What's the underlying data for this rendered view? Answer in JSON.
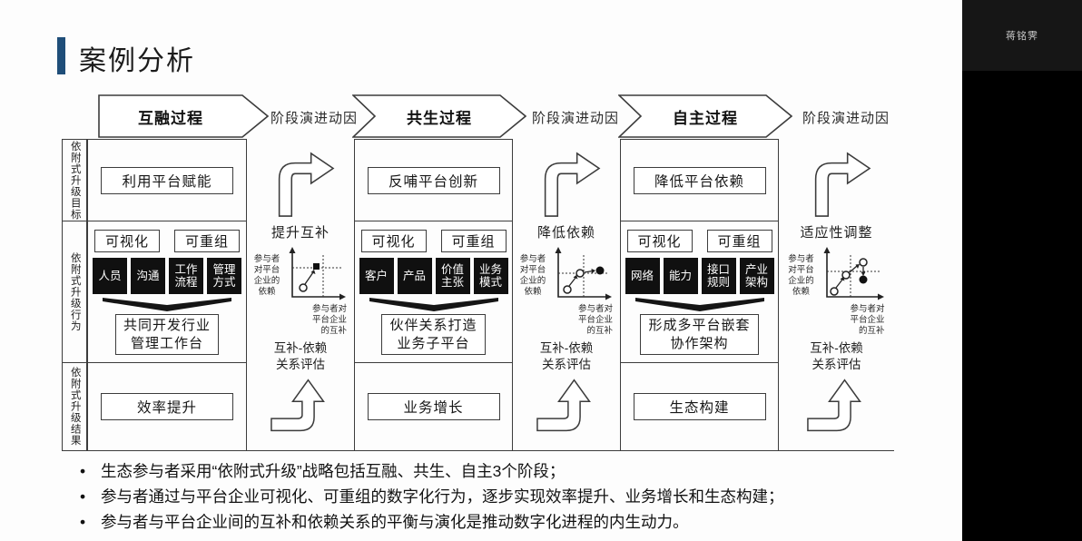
{
  "colors": {
    "accent_blue": "#1f4e79",
    "box_black": "#101010",
    "line": "#3c3c3c"
  },
  "sidebar": {
    "participant_name": "蒋铭霁"
  },
  "slide": {
    "title": "案例分析",
    "header": {
      "phases": [
        "互融过程",
        "共生过程",
        "自主过程"
      ],
      "driver": "阶段演进动因"
    },
    "row_labels": [
      "依附式升级目标",
      "依附式升级行为",
      "依附式升级结果"
    ],
    "tag_visual": "可视化",
    "tag_recombine": "可重组",
    "columns": [
      {
        "goal": "利用平台赋能",
        "elements": [
          "人员",
          "沟通",
          "工作\n流程",
          "管理\n方式"
        ],
        "action": "共同开发行业\n管理工作台",
        "result": "效率提升"
      },
      {
        "goal": "反哺平台创新",
        "elements": [
          "客户",
          "产品",
          "价值\n主张",
          "业务\n模式"
        ],
        "action": "伙伴关系打造\n业务子平台",
        "result": "业务增长"
      },
      {
        "goal": "降低平台依赖",
        "elements": [
          "网络",
          "能力",
          "接口\n规则",
          "产业\n架构"
        ],
        "action": "形成多平台嵌套\n协作架构",
        "result": "生态构建"
      }
    ],
    "transitions": [
      {
        "driver": "提升互补"
      },
      {
        "driver": "降低依赖"
      },
      {
        "driver": "适应性调整"
      }
    ],
    "trans_shared": {
      "assessment": "互补-依赖\n关系评估",
      "plot_ylabel": "参与者\n对平台\n企业的\n依赖",
      "plot_xlabel": "参与者对\n平台企业\n的互补"
    },
    "bullets": [
      "生态参与者采用“依附式升级”战略包括互融、共生、自主3个阶段；",
      "参与者通过与平台企业可视化、可重组的数字化行为，逐步实现效率提升、业务增长和生态构建；",
      "参与者与平台企业间的互补和依赖关系的平衡与演化是推动数字化进程的内生动力。"
    ]
  }
}
